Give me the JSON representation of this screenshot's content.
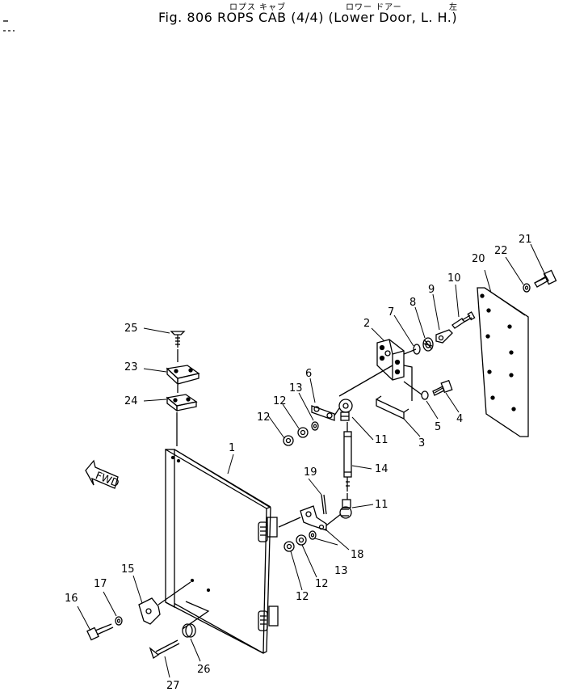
{
  "header": {
    "jp_rops_cab": "ロプス キャブ",
    "jp_lower_door": "ロワー ドアー",
    "jp_left": "左",
    "title": "Fig. 806  ROPS CAB (4/4) (Lower Door, L. H.)"
  },
  "fwd_label": "FWD",
  "parts": {
    "p1": "1",
    "p2": "2",
    "p3": "3",
    "p4": "4",
    "p5": "5",
    "p6": "6",
    "p7": "7",
    "p8": "8",
    "p9": "9",
    "p10": "10",
    "p11a": "11",
    "p11b": "11",
    "p12a": "12",
    "p12b": "12",
    "p12c": "12",
    "p12d": "12",
    "p13a": "13",
    "p13b": "13",
    "p14": "14",
    "p15": "15",
    "p16": "16",
    "p17": "17",
    "p18": "18",
    "p19": "19",
    "p20": "20",
    "p21": "21",
    "p22": "22",
    "p23": "23",
    "p24": "24",
    "p25": "25",
    "p26": "26",
    "p27": "27"
  }
}
